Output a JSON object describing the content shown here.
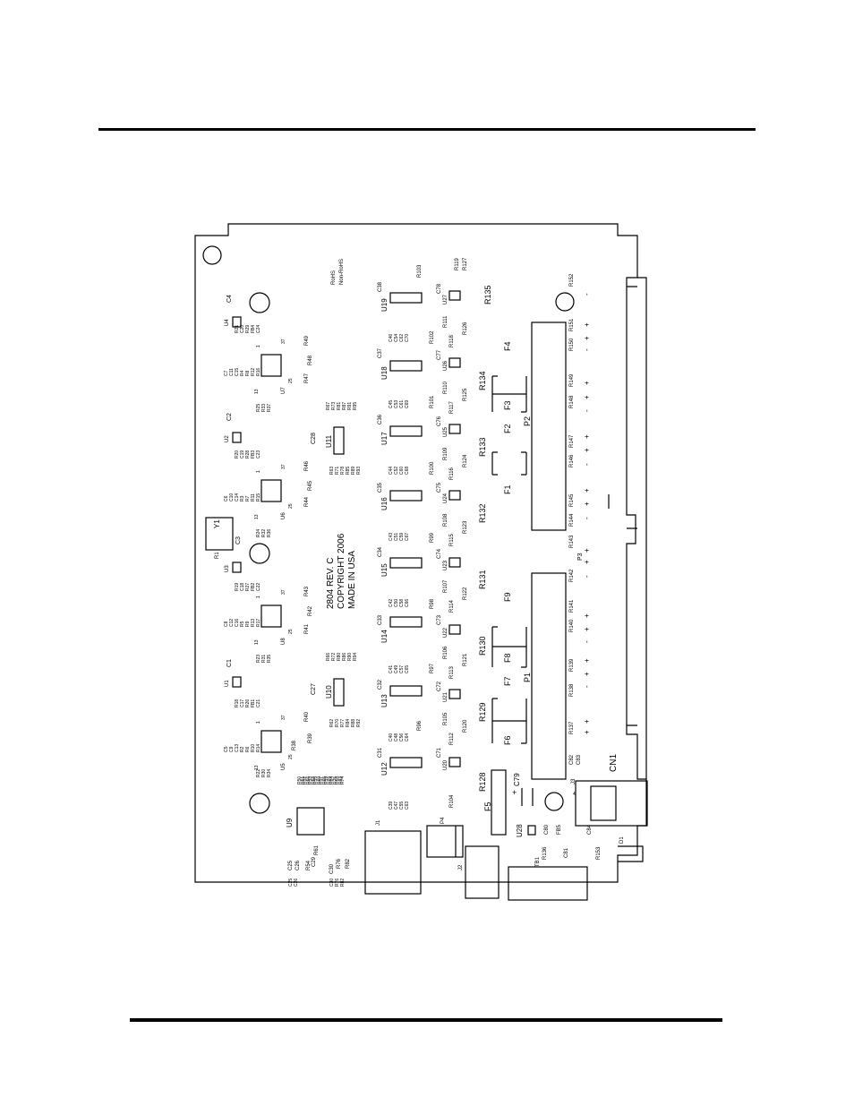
{
  "header_rule": true,
  "footer_rule": true,
  "board": {
    "silkscreen": {
      "part_no": "2804 REV. C",
      "copyright": "COPYRIGHT 2006",
      "origin": "MADE IN USA",
      "rohs": "RoHS",
      "non_rohs": "Non-RoHS"
    },
    "labels": {
      "U1": "U1",
      "U2": "U2",
      "U3": "U3",
      "U4": "U4",
      "U5": "U5",
      "U6": "U6",
      "U7": "U7",
      "U8": "U8",
      "U9": "U9",
      "U10": "U10",
      "U11": "U11",
      "U12": "U12",
      "U13": "U13",
      "U14": "U14",
      "U15": "U15",
      "U16": "U16",
      "U17": "U17",
      "U18": "U18",
      "U19": "U19",
      "U20": "U20",
      "U21": "U21",
      "U22": "U22",
      "U23": "U23",
      "U24": "U24",
      "U25": "U25",
      "U26": "U26",
      "U27": "U27",
      "U28": "U28",
      "Y1": "Y1",
      "C1": "C1",
      "C2": "C2",
      "C3": "C3",
      "C4": "C4",
      "C25": "C25",
      "C26": "C26",
      "C27": "C27",
      "C28": "C28",
      "C29": "C29",
      "C30": "C30",
      "C31": "C31",
      "C32": "C32",
      "C33": "C33",
      "C34": "C34",
      "C35": "C35",
      "C36": "C36",
      "C37": "C37",
      "C38": "C38",
      "C71": "C71",
      "C72": "C72",
      "C73": "C73",
      "C74": "C74",
      "C75": "C75",
      "C76": "C76",
      "C77": "C77",
      "C78": "C78",
      "C79": "C79",
      "C80": "C80",
      "C81": "C81",
      "C82": "C82",
      "C83": "C83",
      "C84": "C84",
      "FB5": "FB5",
      "R1": "R1",
      "R38": "R38",
      "R39": "R39",
      "R40": "R40",
      "R41": "R41",
      "R42": "R42",
      "R43": "R43",
      "R44": "R44",
      "R45": "R45",
      "R46": "R46",
      "R47": "R47",
      "R48": "R48",
      "R49": "R49",
      "R54": "R54",
      "R61": "R61",
      "R76": "R76",
      "R82": "R82",
      "R96": "R96",
      "R97": "R97",
      "R98": "R98",
      "R99": "R99",
      "R100": "R100",
      "R101": "R101",
      "R102": "R102",
      "R103": "R103",
      "R104": "R104",
      "R105": "R105",
      "R106": "R106",
      "R107": "R107",
      "R108": "R108",
      "R109": "R109",
      "R110": "R110",
      "R111": "R111",
      "R112": "R112",
      "R113": "R113",
      "R114": "R114",
      "R115": "R115",
      "R116": "R116",
      "R117": "R117",
      "R118": "R118",
      "R119": "R119",
      "R127": "R127",
      "R120": "R120",
      "R121": "R121",
      "R122": "R122",
      "R123": "R123",
      "R124": "R124",
      "R125": "R125",
      "R126": "R126",
      "R128": "R128",
      "R129": "R129",
      "R130": "R130",
      "R131": "R131",
      "R132": "R132",
      "R133": "R133",
      "R134": "R134",
      "R135": "R135",
      "R136": "R136",
      "R137": "R137",
      "R138": "R138",
      "R139": "R139",
      "R140": "R140",
      "R141": "R141",
      "R142": "R142",
      "R143": "R143",
      "R144": "R144",
      "R145": "R145",
      "R146": "R146",
      "R147": "R147",
      "R148": "R148",
      "R149": "R149",
      "R150": "R150",
      "R151": "R151",
      "R152": "R152",
      "R153": "R153",
      "F1": "F1",
      "F2": "F2",
      "F3": "F3",
      "F4": "F4",
      "F5": "F5",
      "F6": "F6",
      "F7": "F7",
      "F8": "F8",
      "F9": "F9",
      "P1": "P1",
      "P2": "P2",
      "P3": "P3",
      "P4": "P4",
      "J1": "J1",
      "J2": "J2",
      "J3": "J3",
      "TB1": "TB1",
      "D1": "D1",
      "CN1": "CN1",
      "pin1": "1",
      "pin13": "13",
      "pin25": "25",
      "pin37": "37",
      "pin4": "4",
      "plus": "+"
    },
    "label_stacks": {
      "u5_left": [
        "R22",
        "R30",
        "R34"
      ],
      "u8_left": [
        "R23",
        "R31",
        "R35"
      ],
      "u6_left": [
        "R24",
        "R32",
        "R36"
      ],
      "u7_left": [
        "R25",
        "R33",
        "R37"
      ],
      "u1_caps": [
        "R18",
        "C17",
        "R26",
        "FB1",
        "C21"
      ],
      "u3_caps": [
        "R19",
        "C18",
        "R27",
        "FB2",
        "C22"
      ],
      "u2_caps": [
        "R20",
        "C19",
        "R28",
        "FB3",
        "C23"
      ],
      "u4_caps": [
        "R21",
        "C20",
        "R29",
        "FB4",
        "C24"
      ],
      "u5_top": [
        "C5",
        "C9",
        "C13",
        "R2",
        "R6",
        "R10",
        "R14"
      ],
      "u8_top": [
        "C8",
        "C12",
        "C16",
        "R5",
        "R9",
        "R13",
        "R17"
      ],
      "u6_top": [
        "C6",
        "C10",
        "C14",
        "R3",
        "R7",
        "R11",
        "R15"
      ],
      "u7_top": [
        "C7",
        "C11",
        "C15",
        "R4",
        "R8",
        "R12",
        "R16"
      ],
      "rnet_a": [
        "R50",
        "R52",
        "R53",
        "R55",
        "R57",
        "R59",
        "R64",
        "R68",
        "R74"
      ],
      "rnet_a2": [
        "R51",
        "R56",
        "R58",
        "R60",
        "R65",
        "R69",
        "R75",
        "R83"
      ],
      "rnet_u10": [
        "R62",
        "R70",
        "R77",
        "R84",
        "R88",
        "R92"
      ],
      "rnet_u10b": [
        "R66",
        "R72",
        "R80",
        "R86",
        "R90",
        "R94"
      ],
      "rnet_u11": [
        "R63",
        "R71",
        "R78",
        "R85",
        "R89",
        "R93"
      ],
      "rnet_u11b": [
        "R67",
        "R73",
        "R81",
        "R87",
        "R91",
        "R95"
      ],
      "caps_u12": [
        "C39",
        "C47",
        "C55",
        "C63"
      ],
      "caps_u13": [
        "C40",
        "C48",
        "C56",
        "C64"
      ],
      "caps_u14": [
        "C41",
        "C49",
        "C57",
        "C65"
      ],
      "caps_u15": [
        "C42",
        "C50",
        "C58",
        "C66"
      ],
      "caps_u16": [
        "C43",
        "C51",
        "C59",
        "C67"
      ],
      "caps_u17": [
        "C44",
        "C52",
        "C60",
        "C68"
      ],
      "caps_u18": [
        "C45",
        "C53",
        "C61",
        "C69"
      ],
      "caps_u19": [
        "C46",
        "C54",
        "C62",
        "C70"
      ],
      "tb1_left": [
        "C25",
        "C26"
      ],
      "tb1_right": [
        "C30",
        "R76",
        "R82"
      ]
    }
  }
}
